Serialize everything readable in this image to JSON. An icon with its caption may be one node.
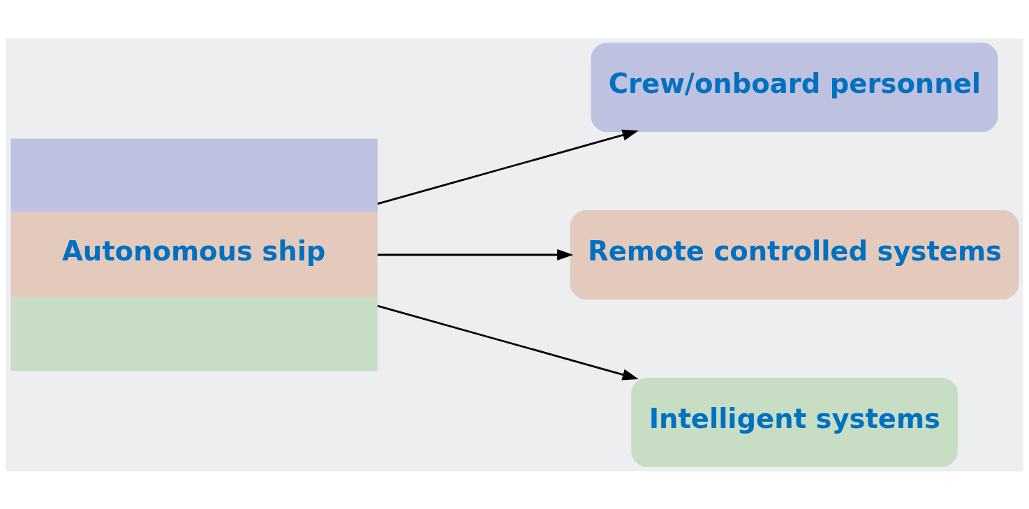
{
  "diagram": {
    "nodes": [
      {
        "text": [
          "Autonomous ship"
        ]
      },
      {
        "text": [
          "Crew/onboard personnel"
        ]
      },
      {
        "text": [
          "Remote controlled systems"
        ]
      },
      {
        "text": [
          "Intelligent systems"
        ]
      }
    ],
    "edges": [
      {
        "from": 0,
        "to": 1,
        "arrow": "to"
      },
      {
        "from": 0,
        "to": 2,
        "arrow": "to"
      },
      {
        "from": 0,
        "to": 3,
        "arrow": "to"
      }
    ]
  }
}
